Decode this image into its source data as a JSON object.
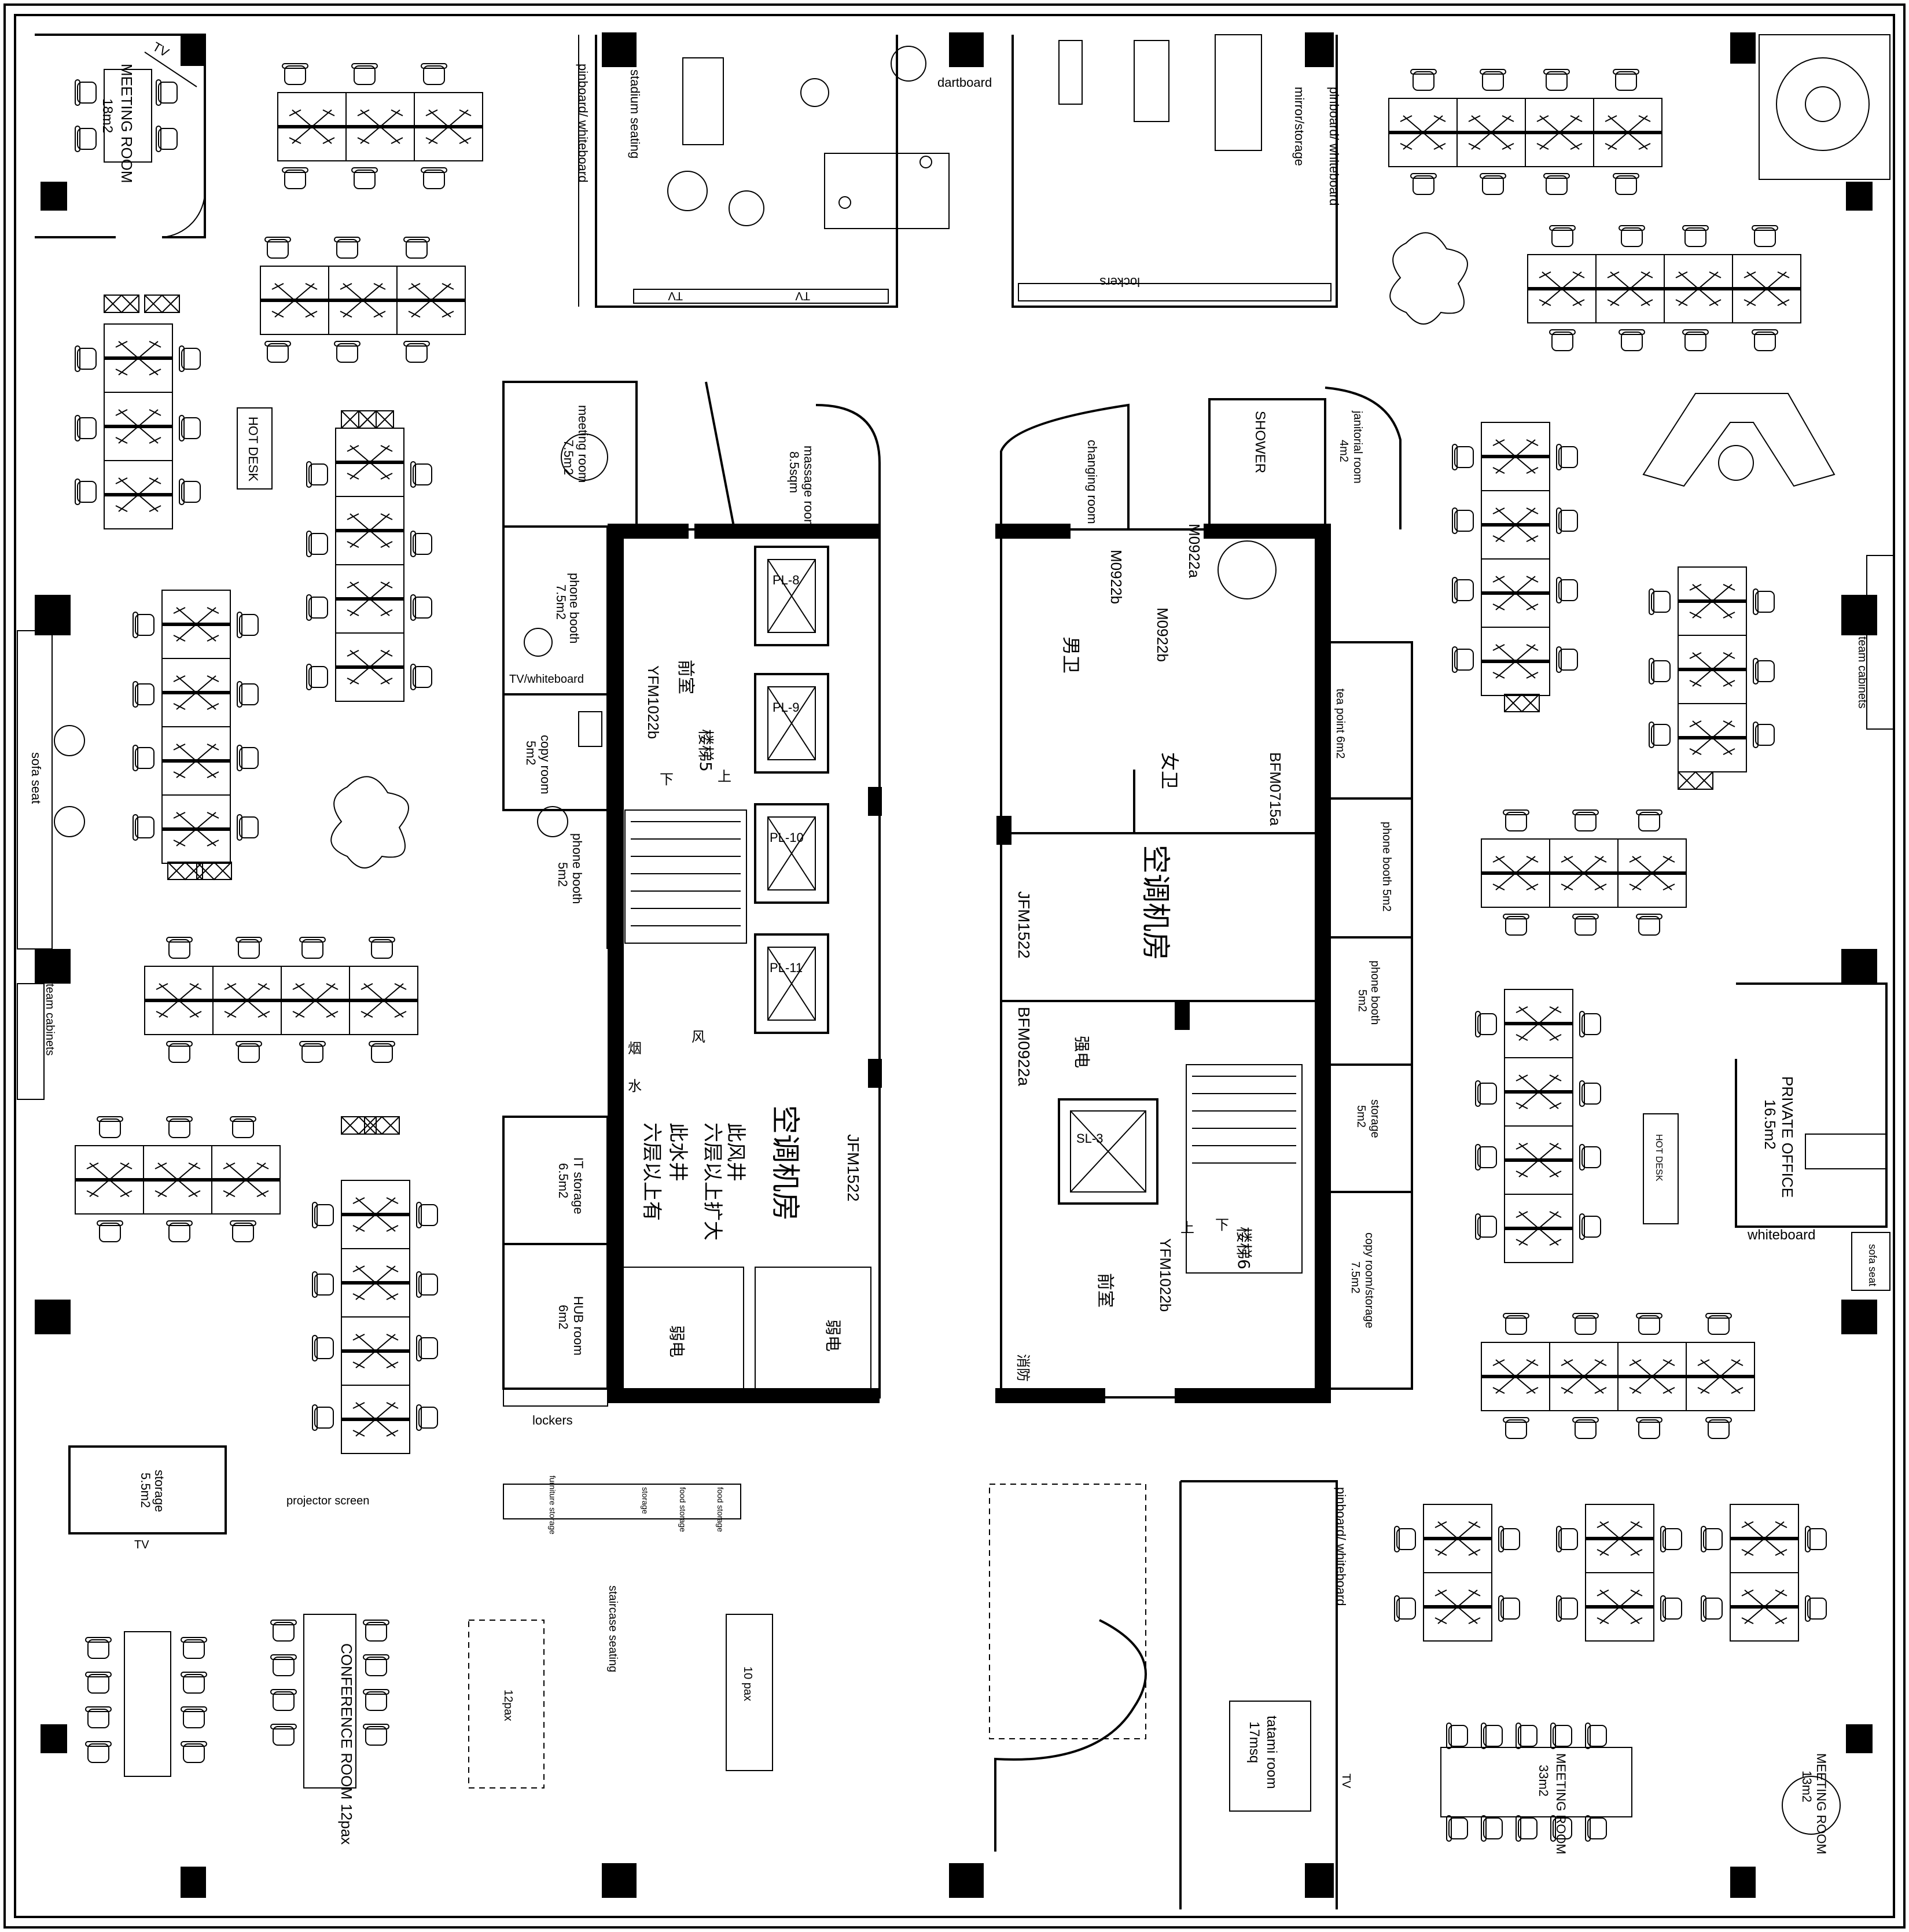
{
  "labels": {
    "meeting_room_nw": "MEETING ROOM",
    "meeting_room_nw_area": "18m2",
    "tv_nw": "TV",
    "pinboard_n": "pinboard/ whiteboard",
    "stadium_seating": "stadium seating",
    "dartboard": "dartboard",
    "tv_game_1": "TV",
    "tv_game_2": "TV",
    "lockers_gym": "lockers",
    "mirror_storage": "mirror/storage",
    "pinboard_ne": "pinboard/ whiteboard",
    "hot_desk_w": "HOT DESK",
    "meeting_room_small": "meeting room",
    "meeting_room_small_area": "7.5m2",
    "massage_room": "massage room",
    "massage_area": "8.5sqm",
    "changing_room": "changing room",
    "shower": "SHOWER",
    "janitorial_room": "janitorial room",
    "janitorial_area": "4m2",
    "phone_booth_1": "phone booth",
    "phone_booth_1_area": "7.5m2",
    "tv_whiteboard": "TV/whiteboard",
    "copy_room": "copy room",
    "copy_room_area": "5m2",
    "phone_booth_2": "phone booth",
    "phone_booth_2_area": "5m2",
    "sofa_seat_w": "sofa seat",
    "team_cabinets_w": "team cabinets",
    "team_cabinets_e": "team cabinets",
    "it_storage": "IT storage",
    "it_storage_area": "6.5m2",
    "hub_room": "HUB room",
    "hub_room_area": "6m2",
    "lockers_center": "lockers",
    "tea_point": "tea point 6m2",
    "phone_booth_3": "phone booth 5m2",
    "phone_booth_4": "phone booth",
    "phone_booth_4_area": "5m2",
    "storage_e": "storage",
    "storage_e_area": "5m2",
    "copy_storage_e": "copy room/storage",
    "copy_storage_e_area": "7.5m2",
    "private_office": "PRIVATE OFFICE",
    "private_office_area": "16.5m2",
    "whiteboard_e": "whiteboard",
    "sofa_seat_e": "sofa seat",
    "hot_desk_e": "HOT DESK",
    "storage_sw": "storage",
    "storage_sw_area": "5.5m2",
    "tv_sw": "TV",
    "projector_screen": "projector screen",
    "conference_room": "CONFERENCE ROOM 12pax",
    "pax_12": "12pax",
    "pax_10": "10 pax",
    "staircase_seating": "staircase seating",
    "furniture_storage": "furniture storage",
    "storage_small": "storage",
    "food_storage": "food storage",
    "food_storage_2": "food storage",
    "pinboard_se": "pinboard/ whiteboard",
    "tatami_room": "tatami room",
    "tatami_area": "17msq",
    "tv_se": "TV",
    "meeting_room_se": "MEETING ROOM",
    "meeting_room_se_area": "33m2",
    "meeting_room_far_se": "MEETING ROOM",
    "meeting_room_far_se_area": "13m2"
  },
  "core_labels": {
    "pl8": "PL-8",
    "pl9": "PL-9",
    "pl10": "PL-10",
    "pl11": "PL-11",
    "sl3": "SL-3",
    "anteroom_w": "前室",
    "anteroom_e": "前室",
    "stair5": "楼梯5",
    "stair6": "楼梯6",
    "up": "上",
    "down": "下",
    "up_2": "上",
    "down_2": "下",
    "door_yfm_w": "YFM1022b",
    "door_yfm_e": "YFM1022b",
    "door_jfm_w": "JFM1522",
    "door_jfm_e": "JFM1522",
    "door_m0922a": "M0922a",
    "door_m0922b_1": "M0922b",
    "door_m0922b_2": "M0922b",
    "door_bfm0922a": "BFM0922a",
    "door_bfm0715a": "BFM0715a",
    "ac_room_w": "空调机房",
    "ac_room_e": "空调机房",
    "mens_wc": "男卫",
    "womens_wc": "女卫",
    "wind": "风",
    "smoke": "烟",
    "water": "水",
    "strong_elec": "强电",
    "weak_elec_1": "弱电",
    "weak_elec_2": "弱电",
    "fire": "消防",
    "note_shaft_1": "此风井",
    "note_shaft_2": "六层以上扩大",
    "note_water_1": "此水井",
    "note_water_2": "六层以上有"
  }
}
